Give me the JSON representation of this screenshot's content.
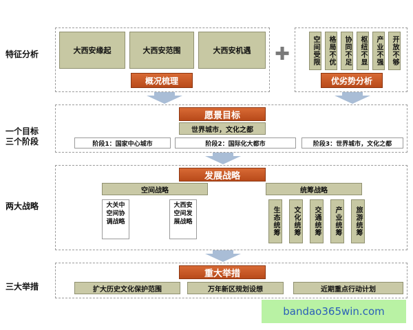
{
  "row_labels": {
    "features": "特征分析",
    "goals_line1": "一个目标",
    "goals_line2": "三个阶段",
    "strategies": "两大战略",
    "measures": "三大举措"
  },
  "features": {
    "origins": [
      "大西安缘起",
      "大西安范围",
      "大西安机遇"
    ],
    "overview_title": "概况梳理",
    "weaknesses": [
      "空间受限",
      "格局不优",
      "协同不足",
      "枢纽不显",
      "产业不强",
      "开放不够"
    ],
    "analysis_title": "优劣势分析",
    "plus_symbol": "✚"
  },
  "vision": {
    "title": "愿景目标",
    "goal": "世界城市，文化之都",
    "stages": [
      "阶段1：国家中心城市",
      "阶段2：国际化大都市",
      "阶段3：世界城市，文化之都"
    ]
  },
  "strategy": {
    "title": "发展战略",
    "spatial_title": "空间战略",
    "spatial_items": [
      "大关中空间协调战略",
      "大西安空间发展战略"
    ],
    "coordination_title": "统筹战略",
    "coordination_items": [
      "生态统筹",
      "文化统筹",
      "交通统筹",
      "产业统筹",
      "旅游统筹"
    ]
  },
  "measures": {
    "title": "重大举措",
    "items": [
      "扩大历史文化保护范围",
      "万年新区规划设想",
      "近期重点行动计划"
    ]
  },
  "watermark": "bandao365win.com",
  "colors": {
    "orange": "#c85a25",
    "olive": "#c7c8a3",
    "arrow": "#a9bdd6",
    "watermark_bg": "#b9f2a4",
    "watermark_text": "#2a5fb8"
  }
}
